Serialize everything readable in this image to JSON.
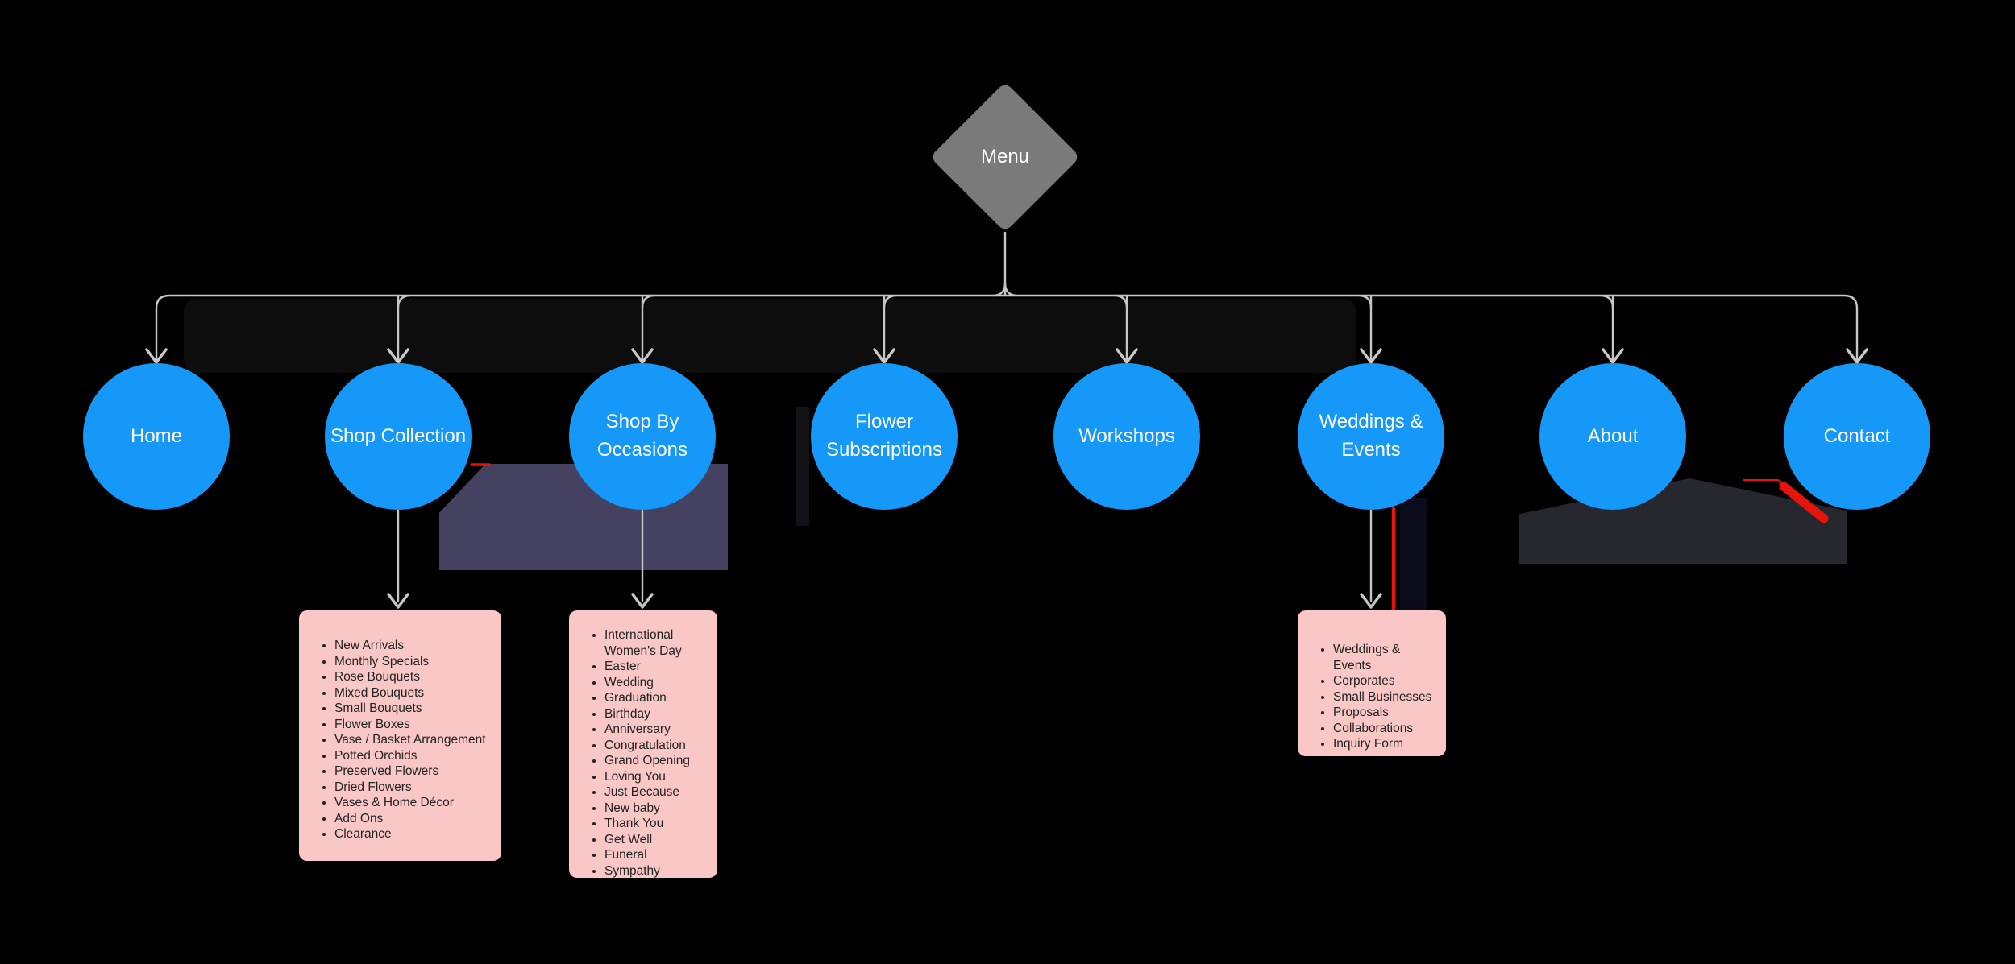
{
  "canvas": {
    "background": "#000000"
  },
  "flowchart": {
    "root": {
      "label": "Menu"
    },
    "nodes": [
      {
        "label": "Home"
      },
      {
        "label": "Shop Collection"
      },
      {
        "label": "Shop By Occasions"
      },
      {
        "label": "Flower Subscriptions"
      },
      {
        "label": "Workshops"
      },
      {
        "label": "Weddings & Events"
      },
      {
        "label": "About"
      },
      {
        "label": "Contact"
      }
    ],
    "submenus": {
      "shop_collection": {
        "parent": "Shop Collection",
        "items": [
          "New Arrivals",
          "Monthly Specials",
          "Rose Bouquets",
          "Mixed Bouquets",
          "Small Bouquets",
          "Flower Boxes",
          "Vase / Basket Arrangement",
          "Potted Orchids",
          "Preserved Flowers",
          "Dried Flowers",
          "Vases & Home Décor",
          "Add Ons",
          "Clearance"
        ]
      },
      "shop_by_occasions": {
        "parent": "Shop By Occasions",
        "items": [
          "International Women's Day",
          "Easter",
          "Wedding",
          "Graduation",
          "Birthday",
          "Anniversary",
          "Congratulation",
          "Grand Opening",
          "Loving You",
          "Just Because",
          "New baby",
          "Thank You",
          "Get Well",
          "Funeral",
          "Sympathy"
        ]
      },
      "weddings_events": {
        "parent": "Weddings & Events",
        "items": [
          "Weddings & Events",
          "Corporates",
          "Small Businesses",
          "Proposals",
          "Collaborations",
          "Inquiry Form"
        ]
      }
    },
    "colors": {
      "background": "#000000",
      "root_diamond": "#7A7A7A",
      "node_blue": "#1598F7",
      "node_text": "#FFFFFF",
      "connector_gray": "#C6C6C6",
      "submenu_pink": "#F9C8C6",
      "submenu_text": "#232323",
      "annotation_red": "#E8140B"
    }
  }
}
